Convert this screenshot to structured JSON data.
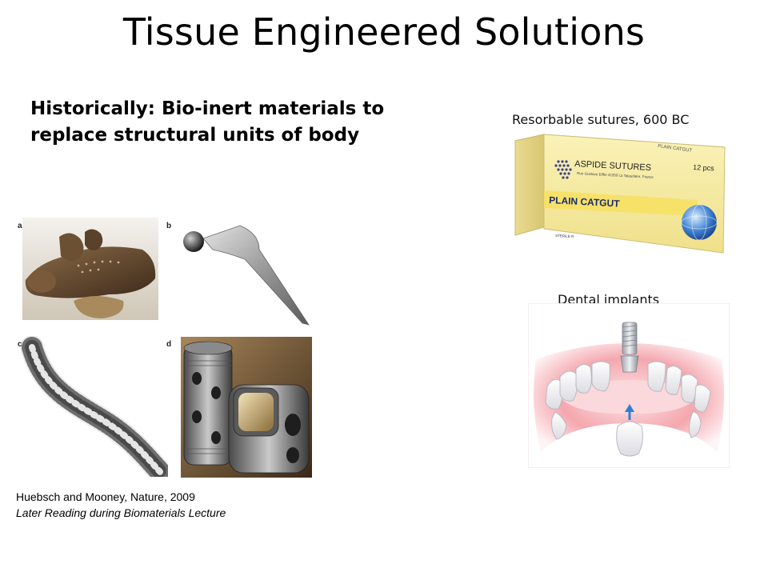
{
  "slide": {
    "title": "Tissue Engineered Solutions",
    "subtitle": "Historically: Bio-inert materials to replace structural units of body"
  },
  "figure_panels": {
    "a": "a",
    "b": "b",
    "c": "c",
    "d": "d"
  },
  "sutures": {
    "caption": "Resorbable sutures, 600 BC",
    "box_brand": "ASPIDE SUTURES",
    "box_address": "Rue Gustave Eiffel 42350 La Talaudière, France",
    "box_count": "12 pcs",
    "box_product": "PLAIN CATGUT",
    "box_side": "PLAIN CATGUT",
    "box_sterile": "STERILE R"
  },
  "dental": {
    "caption": "Dental implants"
  },
  "citation": {
    "source": "Huebsch and Mooney, Nature, 2009",
    "reading": "Later Reading during Biomaterials Lecture"
  }
}
